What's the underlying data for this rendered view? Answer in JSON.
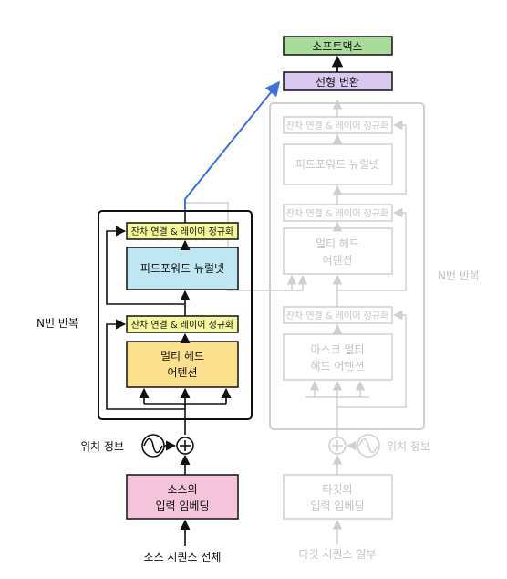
{
  "encoder": {
    "input_label": "소스 시퀀스 전체",
    "embedding_line1": "소스의",
    "embedding_line2": "입력 임베딩",
    "positional_label": "위치 정보",
    "repeat_label": "N번 반복",
    "attention_line1": "멀티 헤드",
    "attention_line2": "어텐션",
    "addnorm1_label": "잔차 연결 & 레이어 정규화",
    "ffn_label": "피드포워드 뉴럴넷",
    "addnorm2_label": "잔차 연결 & 레이어 정규화"
  },
  "decoder": {
    "input_label": "타깃 시퀀스 일부",
    "embedding_line1": "타깃의",
    "embedding_line2": "입력 임베딩",
    "positional_label": "위치 정보",
    "repeat_label": "N번 반복",
    "masked_attention_line1": "마스크 멀티",
    "masked_attention_line2": "헤드 어텐션",
    "addnorm1_label": "잔차 연결 & 레이어 정규화",
    "attention_line1": "멀티 헤드",
    "attention_line2": "어텐션",
    "addnorm2_label": "잔차 연결 & 레이어 정규화",
    "ffn_label": "피드포워드 뉴럴넷",
    "addnorm3_label": "잔차 연결 & 레이어 정규화"
  },
  "output": {
    "linear_label": "선형 변환",
    "softmax_label": "소프트맥스"
  },
  "colors": {
    "addnorm_fill": "#f4f79a",
    "ffn_fill": "#bfe6f2",
    "attention_fill": "#fbe08e",
    "embedding_fill": "#f3c4da",
    "linear_fill": "#d9c8f0",
    "softmax_fill": "#a9dc9b",
    "faded": "#cfcfcf",
    "blue_arrow": "#3c6fe0"
  }
}
